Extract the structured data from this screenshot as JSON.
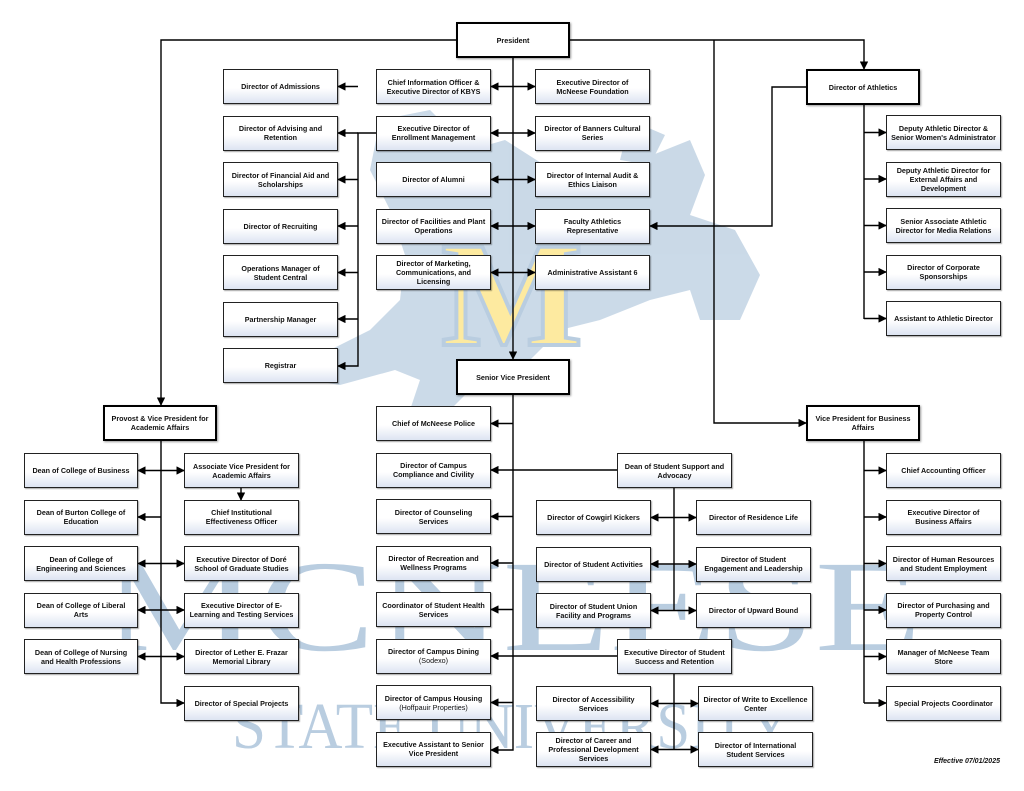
{
  "watermark": {
    "wordmark_top": "MCNEESE",
    "wordmark_bottom": "STATE UNIVERSITY",
    "letter": "M",
    "colors": {
      "blue": "#b9cde0",
      "gold": "#fdeaa0"
    }
  },
  "effective_date": "Effective 07/01/2025",
  "nodes": {
    "president": {
      "label": "President"
    },
    "dir_admissions": {
      "label": "Director of Admissions"
    },
    "dir_advising": {
      "label": "Director of Advising and Retention"
    },
    "dir_finaid": {
      "label": "Director of Financial Aid and Scholarships"
    },
    "dir_recruiting": {
      "label": "Director of Recruiting"
    },
    "ops_mgr": {
      "label": "Operations Manager of Student Central"
    },
    "partnership": {
      "label": "Partnership Manager"
    },
    "registrar": {
      "label": "Registrar"
    },
    "cio": {
      "label": "Chief Information Officer & Executive Director of KBYS"
    },
    "exec_enroll": {
      "label": "Executive Director of Enrollment Management"
    },
    "dir_alumni": {
      "label": "Director of Alumni"
    },
    "dir_facilities": {
      "label": "Director of Facilities and Plant Operations"
    },
    "dir_marketing": {
      "label": "Director of Marketing, Communications, and Licensing"
    },
    "exec_foundation": {
      "label": "Executive Director of McNeese Foundation"
    },
    "dir_banners": {
      "label": "Director of Banners Cultural Series"
    },
    "dir_audit": {
      "label": "Director of Internal Audit & Ethics Liaison"
    },
    "far": {
      "label": "Faculty Athletics Representative"
    },
    "admin_asst": {
      "label": "Administrative Assistant 6"
    },
    "dir_athletics": {
      "label": "Director of Athletics"
    },
    "dep_ad_swa": {
      "label": "Deputy Athletic Director & Senior Women's Administrator"
    },
    "dep_ad_ext": {
      "label": "Deputy Athletic Director for External Affairs and Development"
    },
    "sr_assoc_ad": {
      "label": "Senior Associate Athletic Director for Media Relations"
    },
    "dir_corp": {
      "label": "Director of Corporate Sponsorships"
    },
    "asst_ad": {
      "label": "Assistant to Athletic Director"
    },
    "svp": {
      "label": "Senior Vice President"
    },
    "provost": {
      "label": "Provost & Vice President for Academic Affairs"
    },
    "vp_business": {
      "label": "Vice President for Business Affairs"
    },
    "dean_business": {
      "label": "Dean of College of Business"
    },
    "dean_education": {
      "label": "Dean of Burton College of Education"
    },
    "dean_engineering": {
      "label": "Dean of College of Engineering and Sciences"
    },
    "dean_liberal": {
      "label": "Dean of College of Liberal Arts"
    },
    "dean_nursing": {
      "label": "Dean of College of Nursing and Health Professions"
    },
    "avp_academic": {
      "label": "Associate Vice President for Academic Affairs"
    },
    "cieo": {
      "label": "Chief Institutional Effectiveness Officer"
    },
    "exec_dore": {
      "label": "Executive Director of Doré School of Graduate Studies"
    },
    "exec_elearning": {
      "label": "Executive Director of E-Learning and Testing Services"
    },
    "dir_library": {
      "label": "Director of Lether E. Frazar Memorial Library"
    },
    "dir_special": {
      "label": "Director of Special Projects"
    },
    "chief_police": {
      "label": "Chief of McNeese Police"
    },
    "dir_compliance": {
      "label": "Director of Campus Compliance and Civility"
    },
    "dir_counseling": {
      "label": "Director of Counseling Services"
    },
    "dir_recreation": {
      "label": "Director of Recreation and Wellness Programs"
    },
    "coord_health": {
      "label": "Coordinator of Student Health Services"
    },
    "dir_dining": {
      "label": "Director of Campus Dining",
      "sub": "(Sodexo)"
    },
    "dir_housing": {
      "label": "Director of Campus Housing",
      "sub": "(Hoffpauir Properties)"
    },
    "exec_asst_svp": {
      "label": "Executive Assistant to Senior Vice President"
    },
    "dean_student": {
      "label": "Dean of Student Support and Advocacy"
    },
    "dir_cowgirl": {
      "label": "Director of Cowgirl Kickers"
    },
    "dir_activities": {
      "label": "Director of Student Activities"
    },
    "dir_union": {
      "label": "Director of Student Union Facility and Programs"
    },
    "dir_residence": {
      "label": "Director of Residence Life"
    },
    "dir_engagement": {
      "label": "Director of Student Engagement and Leadership"
    },
    "dir_upward": {
      "label": "Director of Upward Bound"
    },
    "exec_success": {
      "label": "Executive Director of Student Success and Retention"
    },
    "dir_access": {
      "label": "Director of Accessibility Services"
    },
    "dir_career": {
      "label": "Director of Career and Professional Development Services"
    },
    "dir_write": {
      "label": "Director of Write to Excellence Center"
    },
    "dir_intl": {
      "label": "Director of International Student Services"
    },
    "chief_acct": {
      "label": "Chief Accounting Officer"
    },
    "exec_business": {
      "label": "Executive Director of Business Affairs"
    },
    "dir_hr": {
      "label": "Director of Human Resources and Student Employment"
    },
    "dir_purchasing": {
      "label": "Director of Purchasing and Property Control"
    },
    "mgr_store": {
      "label": "Manager of McNeese Team Store"
    },
    "spc": {
      "label": "Special Projects Coordinator"
    }
  }
}
